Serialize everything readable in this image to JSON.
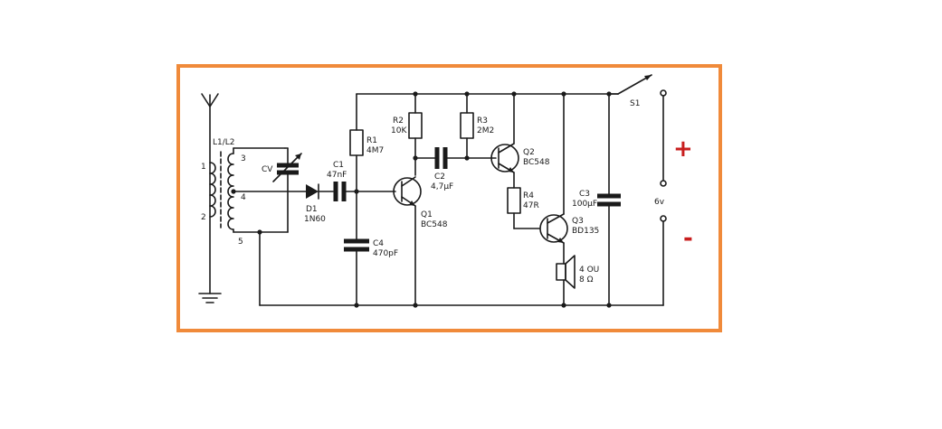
{
  "colors": {
    "frame": "#f08a3a",
    "sign": "#c81e1e",
    "ink": "#1a1a1a"
  },
  "labels": {
    "l1l2": "L1/L2",
    "pin1": "1",
    "pin2": "2",
    "pin3": "3",
    "pin4": "4",
    "pin5": "5",
    "cv": "CV",
    "d1_ref": "D1",
    "d1_val": "1N60",
    "c1_ref": "C1",
    "c1_val": "47nF",
    "r1_ref": "R1",
    "r1_val": "4M7",
    "c4_ref": "C4",
    "c4_val": "470pF",
    "r2_ref": "R2",
    "r2_val": "10K",
    "c2_ref": "C2",
    "c2_val": "4,7µF",
    "q1_ref": "Q1",
    "q1_val": "BC548",
    "r3_ref": "R3",
    "r3_val": "2M2",
    "q2_ref": "Q2",
    "q2_val": "BC548",
    "r4_ref": "R4",
    "r4_val": "47R",
    "q3_ref": "Q3",
    "q3_val": "BD135",
    "spk_1": "4 OU",
    "spk_2": "8 Ω",
    "c3_ref": "C3",
    "c3_val": "100µF",
    "s1": "S1",
    "batt": "6v",
    "plus": "+",
    "minus": "-"
  }
}
